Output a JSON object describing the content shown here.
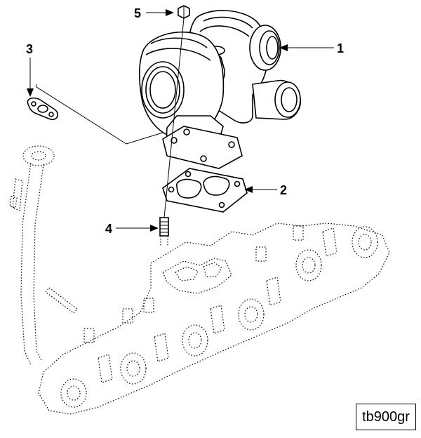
{
  "callouts": [
    {
      "id": "1",
      "text": "1"
    },
    {
      "id": "2",
      "text": "2"
    },
    {
      "id": "3",
      "text": "3"
    },
    {
      "id": "4",
      "text": "4"
    },
    {
      "id": "5",
      "text": "5"
    }
  ],
  "reference": "tb900gr"
}
